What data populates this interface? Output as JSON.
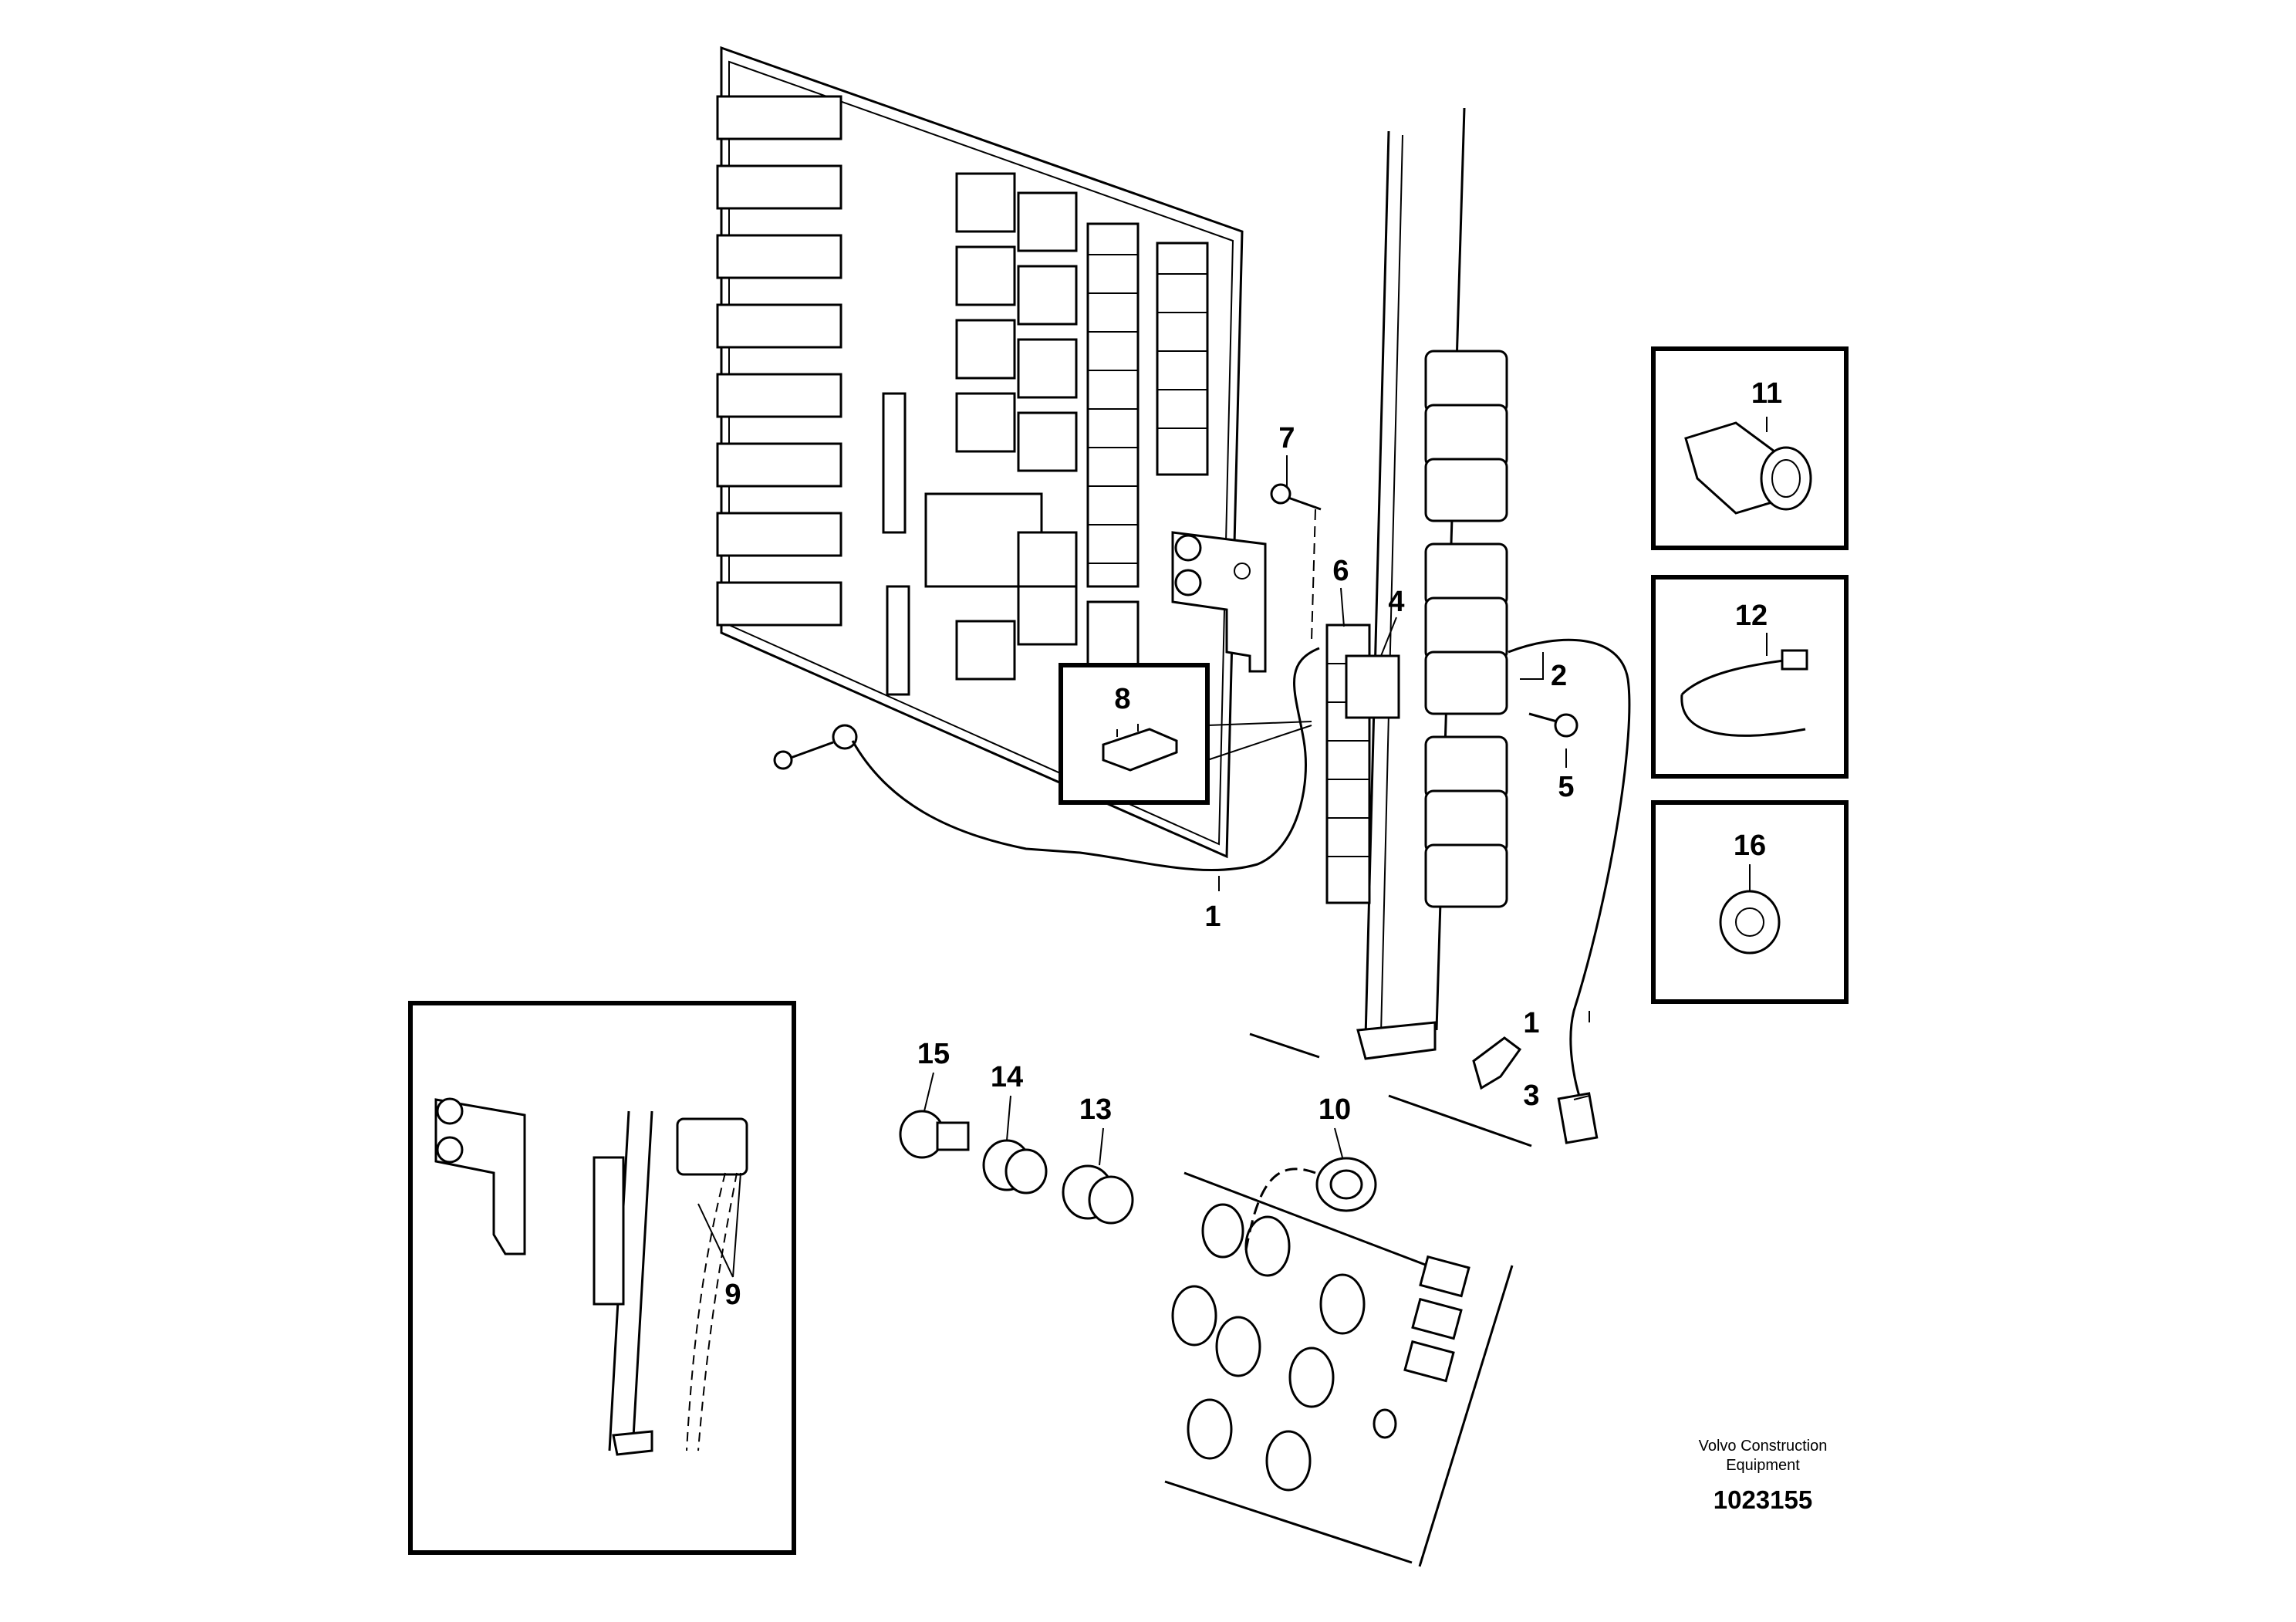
{
  "callouts": {
    "c1a": "1",
    "c1b": "1",
    "c2": "2",
    "c3": "3",
    "c4": "4",
    "c5": "5",
    "c6": "6",
    "c7": "7",
    "c8": "8",
    "c9": "9",
    "c10": "10",
    "c11": "11",
    "c12": "12",
    "c13": "13",
    "c14": "14",
    "c15": "15",
    "c16": "16"
  },
  "credit": {
    "line1": "Volvo Construction",
    "line2": "Equipment"
  },
  "document_number": "1023155"
}
